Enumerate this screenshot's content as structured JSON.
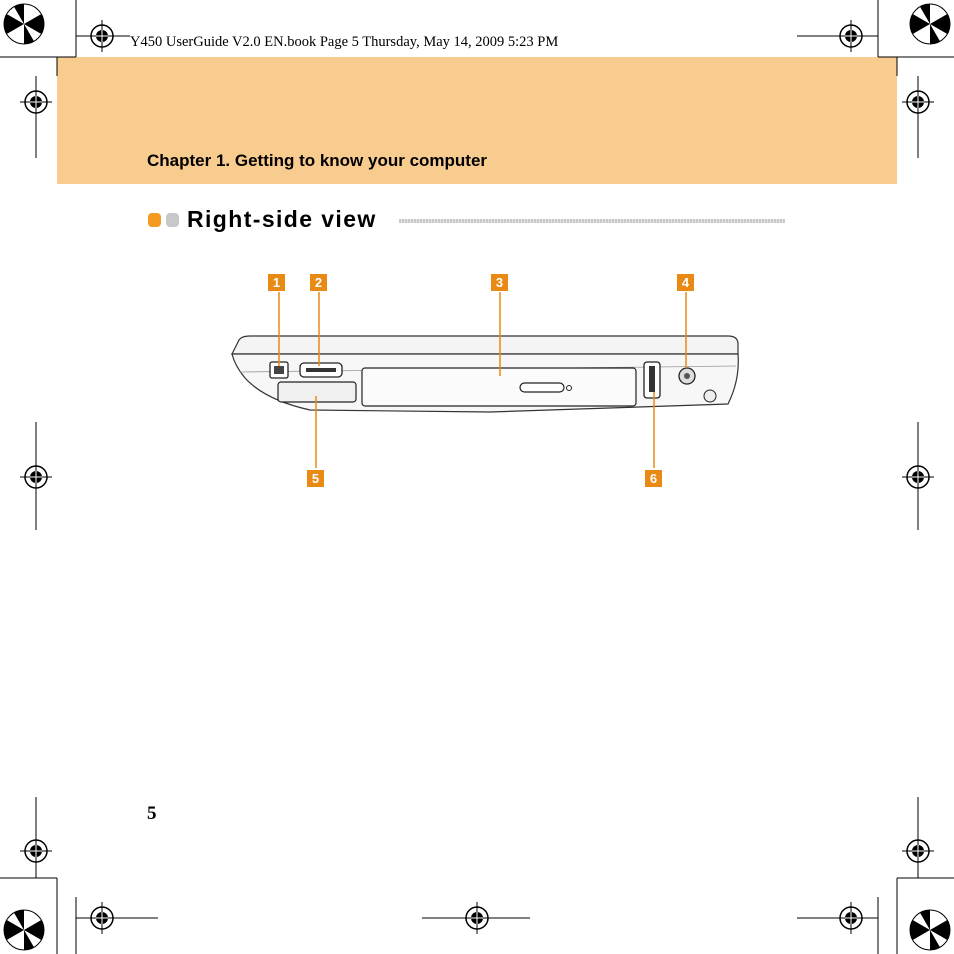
{
  "book_line": "Y450 UserGuide V2.0 EN.book  Page 5  Thursday, May 14, 2009  5:23 PM",
  "chapter_title": "Chapter 1. Getting to know your computer",
  "section_title": "Right-side view",
  "page_number": "5",
  "callouts": [
    "1",
    "2",
    "3",
    "4",
    "5",
    "6"
  ],
  "colors": {
    "header_band": "#f8cb8f",
    "callout": "#e88a14",
    "bullet_orange": "#f39a1f",
    "bullet_grey": "#c8c8c8"
  },
  "icons": [
    "registration-mark-icon",
    "color-calibration-icon",
    "usb-icon",
    "power-dc-in-icon"
  ]
}
